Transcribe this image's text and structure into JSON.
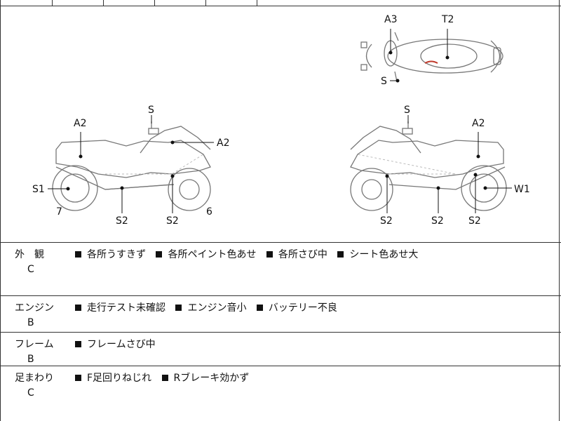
{
  "diagram": {
    "labels": {
      "top_A3": "A3",
      "top_T2": "T2",
      "top_S": "S",
      "left_S": "S",
      "left_A2_top": "A2",
      "left_A2_right": "A2",
      "left_S1": "S1",
      "left_7": "7",
      "left_6": "6",
      "left_S2_a": "S2",
      "left_S2_b": "S2",
      "right_S": "S",
      "right_A2": "A2",
      "right_W1": "W1",
      "right_S2_a": "S2",
      "right_S2_b": "S2",
      "right_S2_c": "S2"
    }
  },
  "inspection": [
    {
      "category": "外　観",
      "grade": "C",
      "issues": [
        "各所うすきず",
        "各所ペイント色あせ",
        "各所さび中",
        "シート色あせ大"
      ]
    },
    {
      "category": "エンジン",
      "grade": "B",
      "issues": [
        "走行テスト未確認",
        "エンジン音小",
        "バッテリー不良"
      ]
    },
    {
      "category": "フレーム",
      "grade": "B",
      "issues": [
        "フレームさび中"
      ]
    },
    {
      "category": "足まわり",
      "grade": "C",
      "issues": [
        "F足回りねじれ",
        "Rブレーキ効かず"
      ]
    }
  ]
}
